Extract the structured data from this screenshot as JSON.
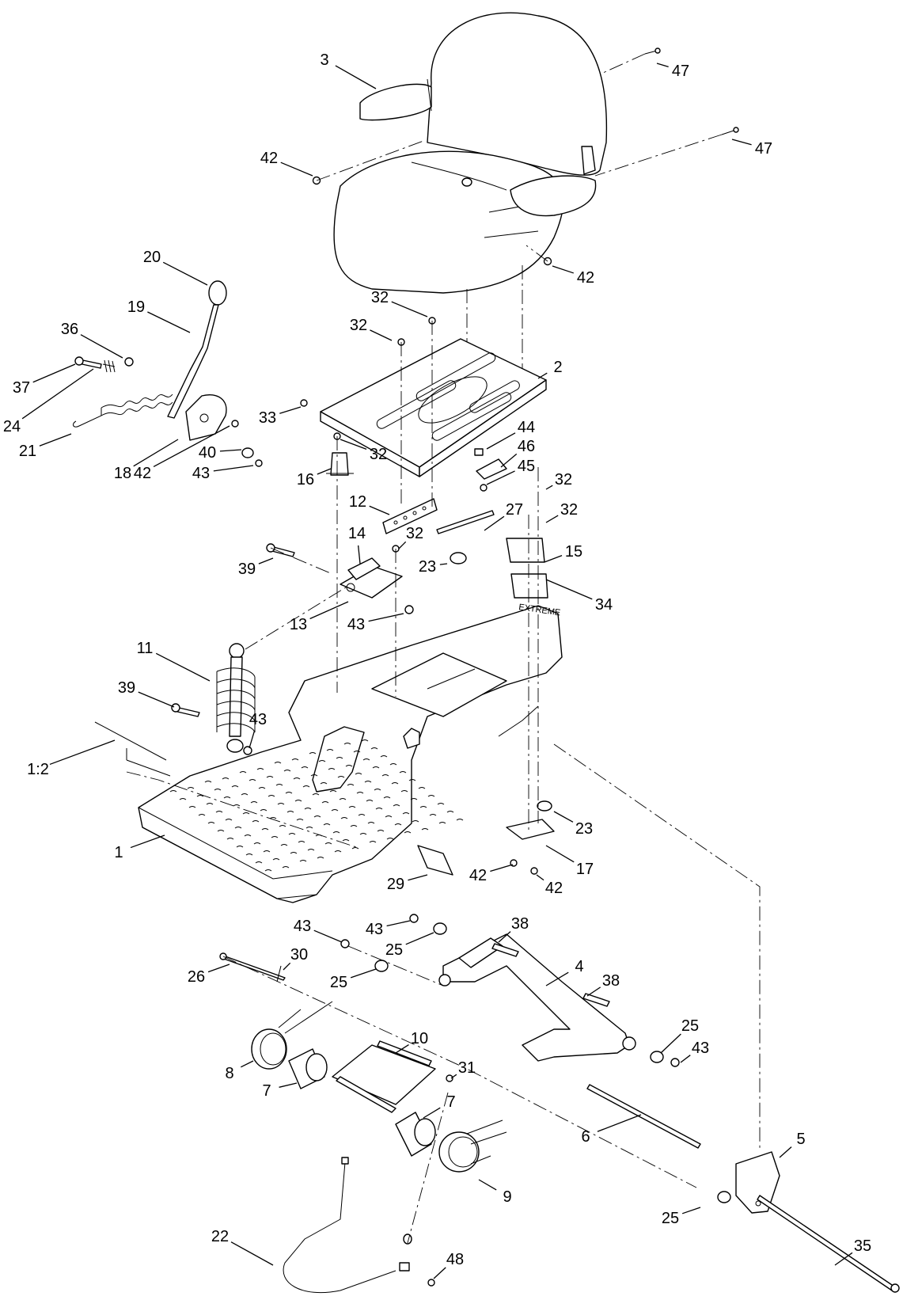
{
  "callouts": [
    {
      "id": "c3",
      "text": "3"
    },
    {
      "id": "c47a",
      "text": "47"
    },
    {
      "id": "c47b",
      "text": "47"
    },
    {
      "id": "c42a",
      "text": "42"
    },
    {
      "id": "c42b",
      "text": "42"
    },
    {
      "id": "c20",
      "text": "20"
    },
    {
      "id": "c19",
      "text": "19"
    },
    {
      "id": "c36",
      "text": "36"
    },
    {
      "id": "c37",
      "text": "37"
    },
    {
      "id": "c24",
      "text": "24"
    },
    {
      "id": "c21",
      "text": "21"
    },
    {
      "id": "c18",
      "text": "18"
    },
    {
      "id": "c42c",
      "text": "42"
    },
    {
      "id": "c40",
      "text": "40"
    },
    {
      "id": "c43a",
      "text": "43"
    },
    {
      "id": "c32a",
      "text": "32"
    },
    {
      "id": "c32b",
      "text": "32"
    },
    {
      "id": "c2",
      "text": "2"
    },
    {
      "id": "c33",
      "text": "33"
    },
    {
      "id": "c32c",
      "text": "32"
    },
    {
      "id": "c16",
      "text": "16"
    },
    {
      "id": "c44",
      "text": "44"
    },
    {
      "id": "c46",
      "text": "46"
    },
    {
      "id": "c45",
      "text": "45"
    },
    {
      "id": "c32d",
      "text": "32"
    },
    {
      "id": "c12",
      "text": "12"
    },
    {
      "id": "c27",
      "text": "27"
    },
    {
      "id": "c32e",
      "text": "32"
    },
    {
      "id": "c14",
      "text": "14"
    },
    {
      "id": "c32f",
      "text": "32"
    },
    {
      "id": "c15",
      "text": "15"
    },
    {
      "id": "c39a",
      "text": "39"
    },
    {
      "id": "c23a",
      "text": "23"
    },
    {
      "id": "c34",
      "text": "34"
    },
    {
      "id": "c13",
      "text": "13"
    },
    {
      "id": "c43b",
      "text": "43"
    },
    {
      "id": "c11",
      "text": "11"
    },
    {
      "id": "c39b",
      "text": "39"
    },
    {
      "id": "c43c",
      "text": "43"
    },
    {
      "id": "c12b",
      "text": "1:2"
    },
    {
      "id": "c1",
      "text": "1"
    },
    {
      "id": "c23b",
      "text": "23"
    },
    {
      "id": "c17",
      "text": "17"
    },
    {
      "id": "c29",
      "text": "29"
    },
    {
      "id": "c42d",
      "text": "42"
    },
    {
      "id": "c42e",
      "text": "42"
    },
    {
      "id": "c43d",
      "text": "43"
    },
    {
      "id": "c43e",
      "text": "43"
    },
    {
      "id": "c38a",
      "text": "38"
    },
    {
      "id": "c25a",
      "text": "25"
    },
    {
      "id": "c30",
      "text": "30"
    },
    {
      "id": "c26",
      "text": "26"
    },
    {
      "id": "c25b",
      "text": "25"
    },
    {
      "id": "c4",
      "text": "4"
    },
    {
      "id": "c38b",
      "text": "38"
    },
    {
      "id": "c10",
      "text": "10"
    },
    {
      "id": "c25c",
      "text": "25"
    },
    {
      "id": "c43f",
      "text": "43"
    },
    {
      "id": "c8",
      "text": "8"
    },
    {
      "id": "c31",
      "text": "31"
    },
    {
      "id": "c7a",
      "text": "7"
    },
    {
      "id": "c7b",
      "text": "7"
    },
    {
      "id": "c5",
      "text": "5"
    },
    {
      "id": "c6",
      "text": "6"
    },
    {
      "id": "c25d",
      "text": "25"
    },
    {
      "id": "c9",
      "text": "9"
    },
    {
      "id": "c22",
      "text": "22"
    },
    {
      "id": "c35",
      "text": "35"
    },
    {
      "id": "c48",
      "text": "48"
    }
  ],
  "decal_text": "EXTREME"
}
